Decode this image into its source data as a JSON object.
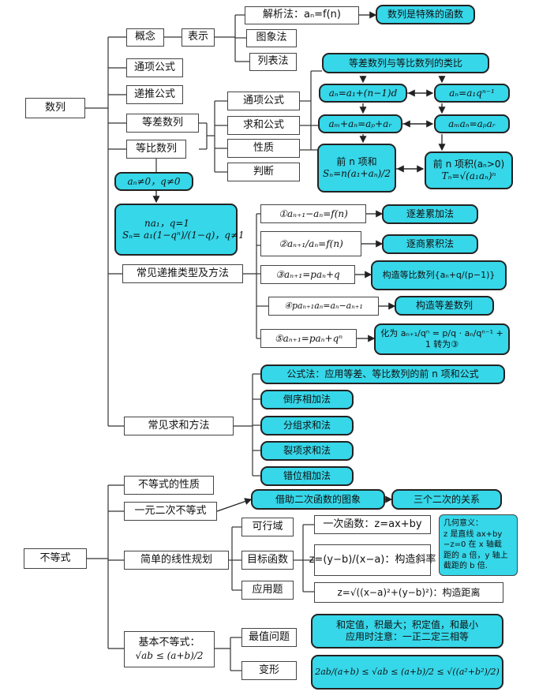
{
  "roots": {
    "seq": "数列",
    "ineq": "不等式"
  },
  "seq": {
    "concept": "概念",
    "represent": "表示",
    "methods": [
      "解析法：aₙ=f(n)",
      "图象法",
      "列表法"
    ],
    "special_fn": "数列是特殊的函数",
    "general_term": "通项公式",
    "recurrence": "递推公式",
    "arith": "等差数列",
    "geo": "等比数列",
    "props": [
      "通项公式",
      "求和公式",
      "性质",
      "判断"
    ],
    "analogy_title": "等差数列与等比数列的类比",
    "a_general": "aₙ=a₁+(n−1)d",
    "g_general": "aₙ=a₁qⁿ⁻¹",
    "a_prop": "aₘ+aₙ=aₚ+aᵣ",
    "g_prop": "aₘaₙ=aₚaᵣ",
    "a_sum_1": "前 n 项和",
    "a_sum_2": "Sₙ=n(a₁+aₙ)/2",
    "g_prod_1": "前 n 项积(aₙ>0)",
    "g_prod_2": "Tₙ=√(a₁aₙ)ⁿ",
    "cond": "aₙ≠0，q≠0",
    "sn_1": "na₁，q=1",
    "sn_2": "Sₙ= a₁(1−qⁿ)/(1−q)，q≠1",
    "recur_types": "常见递推类型及方法",
    "recur_rows": [
      {
        "left": "①aₙ₊₁−aₙ=f(n)",
        "right": "逐差累加法"
      },
      {
        "left": "②aₙ₊₁/aₙ=f(n)",
        "right": "逐商累积法"
      },
      {
        "left": "③aₙ₊₁=paₙ+q",
        "right": "构造等比数列{aₙ+q/(p−1)}"
      },
      {
        "left": "④paₙ₊₁aₙ=aₙ−aₙ₊₁",
        "right": "构造等差数列"
      },
      {
        "left": "⑤aₙ₊₁=paₙ+qⁿ",
        "right": "化为 aₙ₊₁/qⁿ = p/q · aₙ/qⁿ⁻¹ + 1 转为③"
      }
    ],
    "sum_methods": "常见求和方法",
    "sum_rows": [
      "公式法：应用等差、等比数列的前 n 项和公式",
      "倒序相加法",
      "分组求和法",
      "裂项求和法",
      "错位相加法"
    ]
  },
  "ineq": {
    "props": "不等式的性质",
    "quad": "一元二次不等式",
    "quad_1": "借助二次函数的图象",
    "quad_2": "三个二次的关系",
    "lp": "简单的线性规划",
    "lp_items": [
      "可行域",
      "目标函数",
      "应用题"
    ],
    "lp_1": "一次函数：z=ax+by",
    "lp_2": "z=(y−b)/(x−a)：构造斜率",
    "lp_3": "z=√((x−a)²+(y−b)²)：构造距离",
    "geo_meaning": [
      "几何意义：",
      "z 是直线 ax+by",
      "−z=0 在 x 轴截",
      "距的 a 倍，y 轴上",
      "截距的 b 倍."
    ],
    "basic_1": "基本不等式：",
    "basic_2": "√ab ≤ (a+b)/2",
    "extreme": "最值问题",
    "extreme_text": [
      "和定值，积最大；积定值，和最小",
      "应用时注意：一正二定三相等"
    ],
    "variant": "变形",
    "variant_text": "2ab/(a+b) ≤ √ab ≤ (a+b)/2 ≤ √((a²+b²)/2)"
  }
}
